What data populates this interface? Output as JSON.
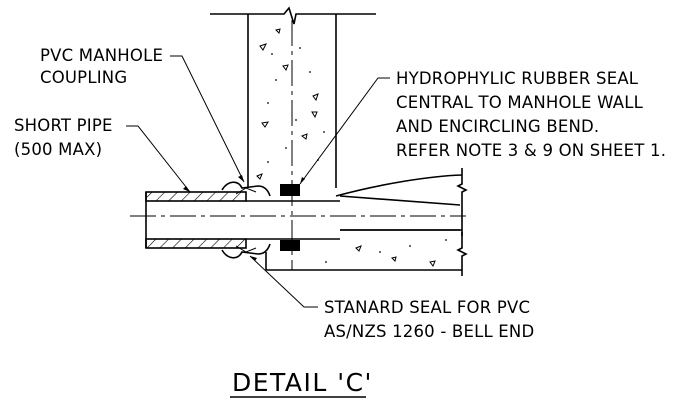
{
  "detail_title": "DETAIL 'C'",
  "labels": {
    "pvc_coupling": [
      "PVC MANHOLE",
      "COUPLING"
    ],
    "short_pipe": [
      "SHORT PIPE",
      "(500 MAX)"
    ],
    "rubber_seal": [
      "HYDROPHYLIC RUBBER SEAL",
      "CENTRAL TO MANHOLE WALL",
      "AND ENCIRCLING BEND.",
      "REFER NOTE 3 & 9 ON SHEET 1."
    ],
    "standard_seal": [
      "STANARD SEAL FOR PVC",
      "AS/NZS 1260 - BELL END"
    ]
  },
  "colors": {
    "line": "#000000",
    "background": "#ffffff"
  }
}
